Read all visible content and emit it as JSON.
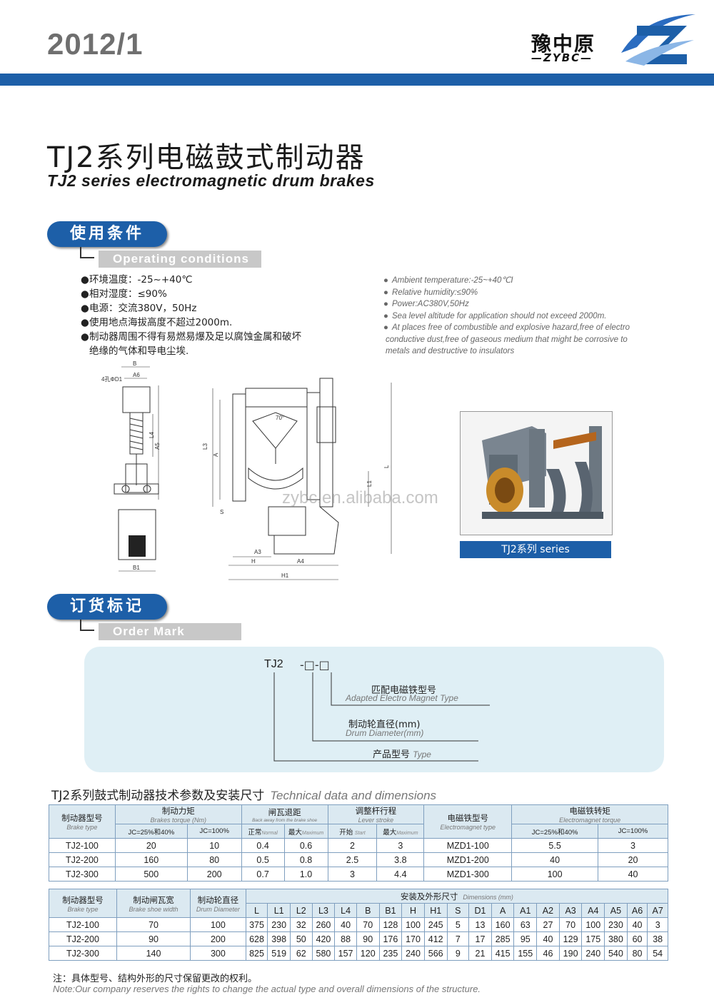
{
  "header": {
    "year": "2012/1",
    "brand_cn": "豫中原",
    "brand_en": "—ZYBC—",
    "accent_color": "#1d5fa8"
  },
  "title": {
    "cn": "TJ2系列电磁鼓式制动器",
    "en": "TJ2  series  electromagnetic drum brakes"
  },
  "operating": {
    "badge": "使用条件",
    "subtitle": "Operating conditions",
    "cn": [
      "环境温度：-25~+40℃",
      "相对湿度：≤90%",
      "电源：交流380V，50Hz",
      "使用地点海拔高度不超过2000m.",
      "制动器周围不得有易燃易爆及足以腐蚀金属和破坏",
      "绝缘的气体和导电尘埃."
    ],
    "en": [
      "Ambient temperature:-25~+40℃I",
      "Relative humidity:≤90%",
      "Power:AC380V,50Hz",
      "Sea level  altitude for application should not exceed 2000m.",
      "At places free of combustible and explosive hazard,free of electro",
      "conductive dust,free of gaseous medium that might be corrosive to",
      "metals and destructive to insulators"
    ]
  },
  "drawing": {
    "labels": {
      "b": "B",
      "hole": "4孔ΦD1",
      "a6": "A6",
      "l4": "L4",
      "a5": "A5",
      "b1": "B1",
      "l3": "L3",
      "a": "A",
      "s": "S",
      "a3": "A3",
      "h": "H",
      "a4": "A4",
      "h1": "H1",
      "l1": "L1",
      "l": "L",
      "angle": "70°"
    },
    "photo_caption": "TJ2系列 series",
    "watermark": "zybc.en.alibaba.com"
  },
  "order": {
    "badge": "订货标记",
    "subtitle": "Order Mark",
    "code": "TJ2",
    "code_suffix": "-□-□",
    "items": [
      {
        "cn": "匹配电磁铁型号",
        "en": "Adapted   Electro Magnet Type"
      },
      {
        "cn": "制动轮直径(mm)",
        "en": "Drum Diameter(mm)"
      },
      {
        "cn": "产品型号",
        "en": "Type"
      }
    ]
  },
  "tech": {
    "title_cn": "TJ2系列鼓式制动器技术参数及安装尺寸",
    "title_en": "Technical data and dimensions",
    "t1": {
      "h_type_cn": "制动器型号",
      "h_type_en": "Brake type",
      "h_torque_cn": "制动力矩",
      "h_torque_en": "Brakes torque (Nm)",
      "h_back_cn": "闸瓦退距",
      "h_back_en": "Back away from the brake shoe",
      "h_lever_cn": "调整杆行程",
      "h_lever_en": "Lever stroke",
      "h_mag_cn": "电磁铁型号",
      "h_mag_en": "Electromagnet type",
      "h_mtorque_cn": "电磁铁转矩",
      "h_mtorque_en": "Electromagnet torque",
      "jc40": "JC=25%和40%",
      "jc100": "JC=100%",
      "normal_cn": "正常",
      "normal_en": "Normal",
      "max_cn": "最大",
      "max_en": "Maximum",
      "start_cn": "开始",
      "start_en": "Start",
      "rows": [
        [
          "TJ2-100",
          "20",
          "10",
          "0.4",
          "0.6",
          "2",
          "3",
          "MZD1-100",
          "5.5",
          "3"
        ],
        [
          "TJ2-200",
          "160",
          "80",
          "0.5",
          "0.8",
          "2.5",
          "3.8",
          "MZD1-200",
          "40",
          "20"
        ],
        [
          "TJ2-300",
          "500",
          "200",
          "0.7",
          "1.0",
          "3",
          "4.4",
          "MZD1-300",
          "100",
          "40"
        ]
      ]
    },
    "t2": {
      "h_type_cn": "制动器型号",
      "h_type_en": "Brake type",
      "h_shoe_cn": "制动闸瓦宽",
      "h_shoe_en": "Brake shoe width",
      "h_drum_cn": "制动轮直径",
      "h_drum_en": "Drum Diameter",
      "h_dim_cn": "安装及外形尺寸",
      "h_dim_en": "Dimensions (mm)",
      "dims": [
        "L",
        "L1",
        "L2",
        "L3",
        "L4",
        "B",
        "B1",
        "H",
        "H1",
        "S",
        "D1",
        "A",
        "A1",
        "A2",
        "A3",
        "A4",
        "A5",
        "A6",
        "A7"
      ],
      "rows": [
        [
          "TJ2-100",
          "70",
          "100",
          "375",
          "230",
          "32",
          "260",
          "40",
          "70",
          "128",
          "100",
          "245",
          "5",
          "13",
          "160",
          "63",
          "27",
          "70",
          "100",
          "230",
          "40",
          "3"
        ],
        [
          "TJ2-200",
          "90",
          "200",
          "628",
          "398",
          "50",
          "420",
          "88",
          "90",
          "176",
          "170",
          "412",
          "7",
          "17",
          "285",
          "95",
          "40",
          "129",
          "175",
          "380",
          "60",
          "38"
        ],
        [
          "TJ2-300",
          "140",
          "300",
          "825",
          "519",
          "62",
          "580",
          "157",
          "120",
          "235",
          "240",
          "566",
          "9",
          "21",
          "415",
          "155",
          "46",
          "190",
          "240",
          "540",
          "80",
          "54"
        ]
      ]
    }
  },
  "note": {
    "cn": "注：具体型号、结构外形的尺寸保留更改的权利。",
    "en": "Note:Our company reserves the rights to change the actual type and overall dimensions of the structure."
  }
}
